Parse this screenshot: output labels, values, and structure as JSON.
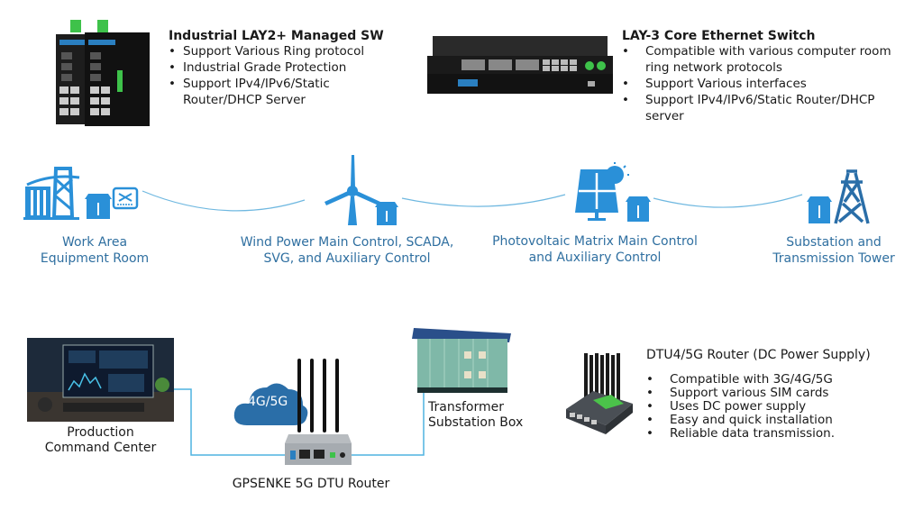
{
  "products": {
    "l2_switch": {
      "title": "Industrial LAY2+ Managed SW",
      "features": [
        "Support Various Ring protocol",
        "Industrial Grade Protection",
        "Support IPv4/IPv6/Static Router/DHCP Server"
      ]
    },
    "l3_switch": {
      "title": "LAY-3 Core Ethernet Switch",
      "features": [
        "Compatible with various computer room ring network protocols",
        "Support Various interfaces",
        "Support IPv4/IPv6/Static Router/DHCP server"
      ]
    },
    "dtu_router": {
      "title": "DTU4/5G Router (DC Power Supply)",
      "features": [
        "Compatible with 3G/4G/5G",
        "Support various SIM cards",
        "Uses DC power supply",
        "Easy and quick installation",
        "Reliable data transmission."
      ]
    }
  },
  "sites": [
    {
      "label_line1": "Work Area",
      "label_line2": "Equipment Room"
    },
    {
      "label_line1": "Wind Power Main Control, SCADA,",
      "label_line2": "SVG, and Auxiliary Control"
    },
    {
      "label_line1": "Photovoltaic Matrix Main Control",
      "label_line2": "and Auxiliary Control"
    },
    {
      "label_line1": "Substation and",
      "label_line2": "Transmission Tower"
    }
  ],
  "network": {
    "command_center": {
      "line1": "Production",
      "line2": "Command Center"
    },
    "cloud_label": "4G/5G",
    "router_label": "GPSENKE 5G DTU Router",
    "substation_box": {
      "line1": "Transformer",
      "line2": "Substation Box"
    }
  },
  "colors": {
    "accent": "#2a90d8",
    "label": "#2f6fa0",
    "line": "#4fb3e0"
  }
}
